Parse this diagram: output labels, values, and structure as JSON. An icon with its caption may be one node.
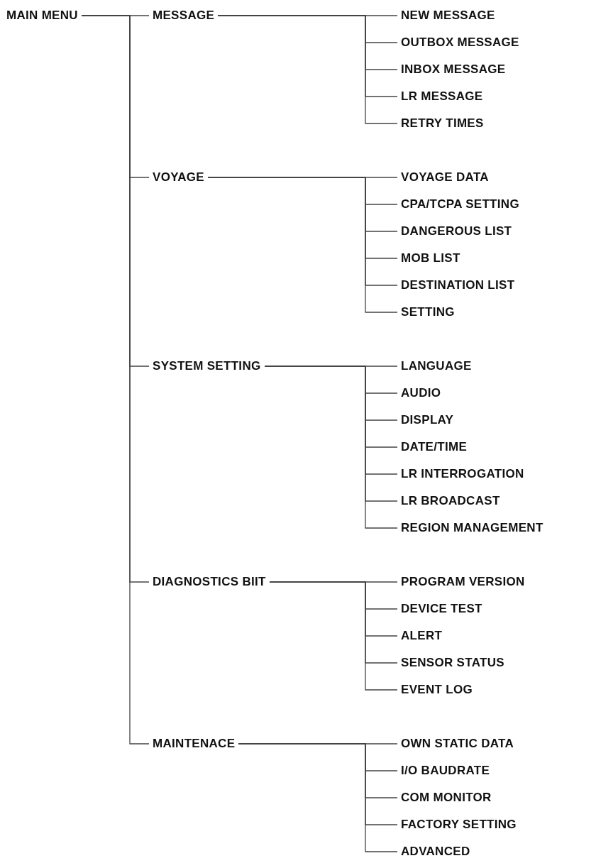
{
  "diagram": {
    "nodes": [
      {
        "text": [
          "MAIN MENU"
        ]
      },
      {
        "text": [
          "MESSAGE"
        ]
      },
      {
        "text": [
          "NEW MESSAGE"
        ]
      },
      {
        "text": [
          "OUTBOX MESSAGE"
        ]
      },
      {
        "text": [
          "INBOX MESSAGE"
        ]
      },
      {
        "text": [
          "LR MESSAGE"
        ]
      },
      {
        "text": [
          "RETRY TIMES"
        ]
      },
      {
        "text": [
          "VOYAGE"
        ]
      },
      {
        "text": [
          "VOYAGE DATA"
        ]
      },
      {
        "text": [
          "CPA/TCPA SETTING"
        ]
      },
      {
        "text": [
          "DANGEROUS LIST"
        ]
      },
      {
        "text": [
          "MOB LIST"
        ]
      },
      {
        "text": [
          "DESTINATION LIST"
        ]
      },
      {
        "text": [
          "SETTING"
        ]
      },
      {
        "text": [
          "SYSTEM SETTING"
        ]
      },
      {
        "text": [
          "LANGUAGE"
        ]
      },
      {
        "text": [
          "AUDIO"
        ]
      },
      {
        "text": [
          "DISPLAY"
        ]
      },
      {
        "text": [
          "DATE/TIME"
        ]
      },
      {
        "text": [
          "LR INTERROGATION"
        ]
      },
      {
        "text": [
          "LR BROADCAST"
        ]
      },
      {
        "text": [
          "REGION MANAGEMENT"
        ]
      },
      {
        "text": [
          "DIAGNOSTICS BIIT"
        ]
      },
      {
        "text": [
          "PROGRAM VERSION"
        ]
      },
      {
        "text": [
          "DEVICE  TEST"
        ]
      },
      {
        "text": [
          "ALERT"
        ]
      },
      {
        "text": [
          "SENSOR STATUS"
        ]
      },
      {
        "text": [
          "EVENT LOG"
        ]
      },
      {
        "text": [
          "MAINTENACE"
        ]
      },
      {
        "text": [
          "OWN STATIC DATA"
        ]
      },
      {
        "text": [
          "I/O BAUDRATE"
        ]
      },
      {
        "text": [
          "COM MONITOR"
        ]
      },
      {
        "text": [
          "FACTORY SETTING"
        ]
      },
      {
        "text": [
          "ADVANCED"
        ]
      }
    ],
    "edges": [
      {
        "from": 0,
        "to": 1,
        "arrow": "none"
      },
      {
        "from": 0,
        "to": 7,
        "arrow": "none"
      },
      {
        "from": 0,
        "to": 14,
        "arrow": "none"
      },
      {
        "from": 0,
        "to": 22,
        "arrow": "none"
      },
      {
        "from": 0,
        "to": 28,
        "arrow": "none"
      },
      {
        "from": 1,
        "to": 2,
        "arrow": "none"
      },
      {
        "from": 1,
        "to": 3,
        "arrow": "none"
      },
      {
        "from": 1,
        "to": 4,
        "arrow": "none"
      },
      {
        "from": 1,
        "to": 5,
        "arrow": "none"
      },
      {
        "from": 1,
        "to": 6,
        "arrow": "none"
      },
      {
        "from": 7,
        "to": 8,
        "arrow": "none"
      },
      {
        "from": 7,
        "to": 9,
        "arrow": "none"
      },
      {
        "from": 7,
        "to": 10,
        "arrow": "none"
      },
      {
        "from": 7,
        "to": 11,
        "arrow": "none"
      },
      {
        "from": 7,
        "to": 12,
        "arrow": "none"
      },
      {
        "from": 7,
        "to": 13,
        "arrow": "none"
      },
      {
        "from": 14,
        "to": 15,
        "arrow": "none"
      },
      {
        "from": 14,
        "to": 16,
        "arrow": "none"
      },
      {
        "from": 14,
        "to": 17,
        "arrow": "none"
      },
      {
        "from": 14,
        "to": 18,
        "arrow": "none"
      },
      {
        "from": 14,
        "to": 19,
        "arrow": "none"
      },
      {
        "from": 14,
        "to": 20,
        "arrow": "none"
      },
      {
        "from": 14,
        "to": 21,
        "arrow": "none"
      },
      {
        "from": 22,
        "to": 23,
        "arrow": "none"
      },
      {
        "from": 22,
        "to": 24,
        "arrow": "none"
      },
      {
        "from": 22,
        "to": 25,
        "arrow": "none"
      },
      {
        "from": 22,
        "to": 26,
        "arrow": "none"
      },
      {
        "from": 22,
        "to": 27,
        "arrow": "none"
      },
      {
        "from": 28,
        "to": 29,
        "arrow": "none"
      },
      {
        "from": 28,
        "to": 30,
        "arrow": "none"
      },
      {
        "from": 28,
        "to": 31,
        "arrow": "none"
      },
      {
        "from": 28,
        "to": 32,
        "arrow": "none"
      },
      {
        "from": 28,
        "to": 33,
        "arrow": "none"
      }
    ]
  }
}
